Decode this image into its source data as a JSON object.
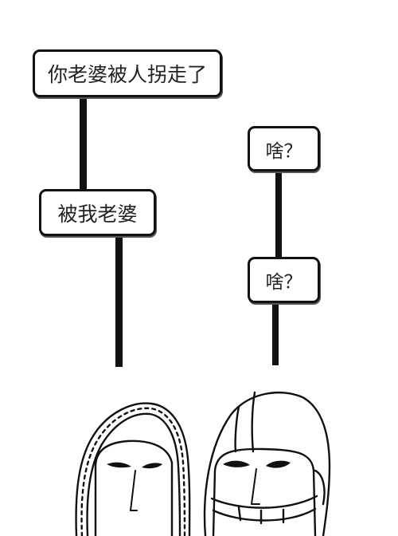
{
  "bubbles": {
    "top_left": "你老婆被人拐走了",
    "middle_left": "被我老婆",
    "top_right": "啥？",
    "middle_right": "啥？"
  },
  "colors": {
    "ink": "#111111",
    "paper": "#ffffff"
  },
  "characters": [
    {
      "name": "long-haired-character",
      "expression": "sleepy-eyes"
    },
    {
      "name": "helmet-character",
      "expression": "sleepy-eyes"
    }
  ]
}
